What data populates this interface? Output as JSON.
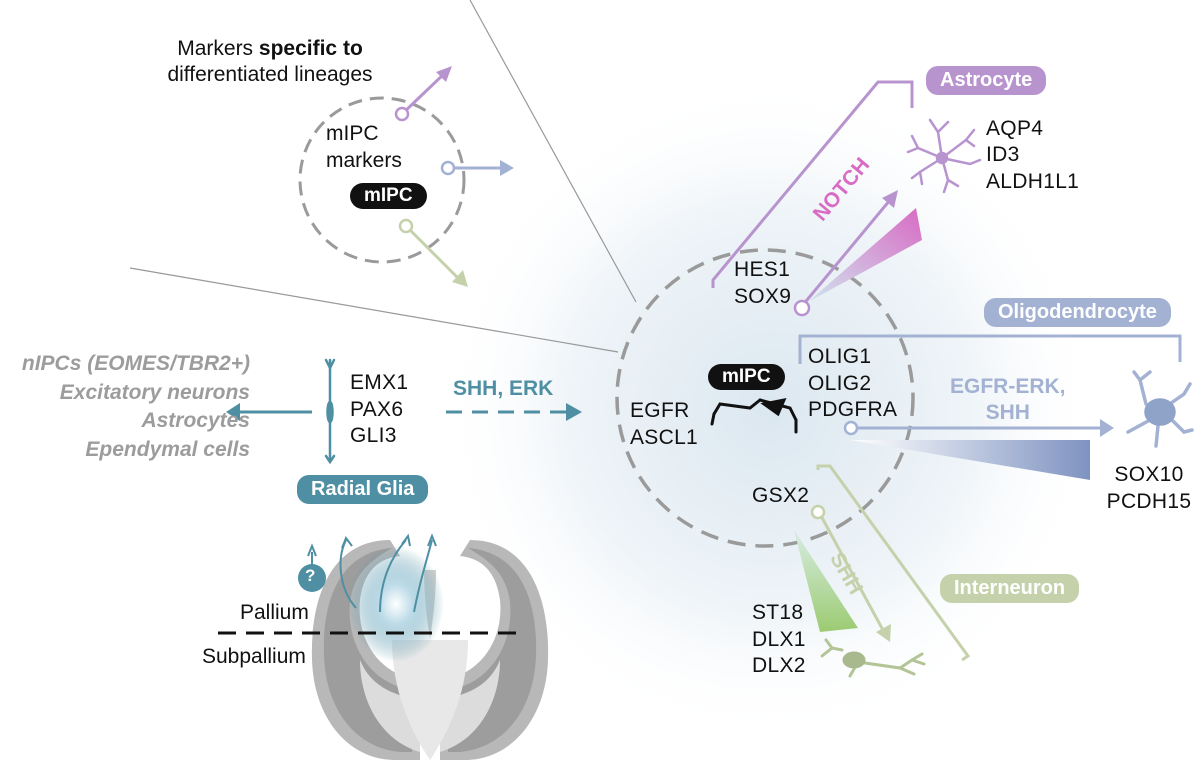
{
  "inset": {
    "title_part1": "Markers ",
    "title_bold": "specific to",
    "title_line2": "differentiated lineages",
    "mipc_markers_line1": "mIPC",
    "mipc_markers_line2": "markers",
    "mipc_badge": "mIPC"
  },
  "radial_glia": {
    "outcomes": [
      "nIPCs (EOMES/TBR2+)",
      "Excitatory neurons",
      "Astrocytes",
      "Ependymal cells"
    ],
    "genes": [
      "EMX1",
      "PAX6",
      "GLI3"
    ],
    "label": "Radial Glia",
    "signal": "SHH, ERK"
  },
  "brain": {
    "pallium": "Pallium",
    "subpallium": "Subpallium",
    "question_mark": "?"
  },
  "mipc": {
    "badge": "mIPC",
    "genes_left": [
      "EGFR",
      "ASCL1"
    ],
    "genes_astro": [
      "HES1",
      "SOX9"
    ],
    "genes_oligo": [
      "OLIG1",
      "OLIG2",
      "PDGFRA"
    ],
    "gene_inter": "GSX2"
  },
  "astrocyte": {
    "label": "Astrocyte",
    "signal": "NOTCH",
    "markers": [
      "AQP4",
      "ID3",
      "ALDH1L1"
    ]
  },
  "oligodendrocyte": {
    "label": "Oligodendrocyte",
    "signal_line1": "EGFR-ERK,",
    "signal_line2": "SHH",
    "markers": [
      "SOX10",
      "PCDH15"
    ]
  },
  "interneuron": {
    "label": "Interneuron",
    "signal": "SHH",
    "markers": [
      "ST18",
      "DLX1",
      "DLX2"
    ]
  },
  "colors": {
    "astrocyte": "#b894cf",
    "oligodendrocyte": "#a3b2d3",
    "interneuron": "#c4d1aa",
    "radial_glia": "#4f8fa3",
    "notch_gradient": "#d86bc4",
    "oligo_gradient": "#7e93c0",
    "inter_gradient": "#9ccb71"
  }
}
